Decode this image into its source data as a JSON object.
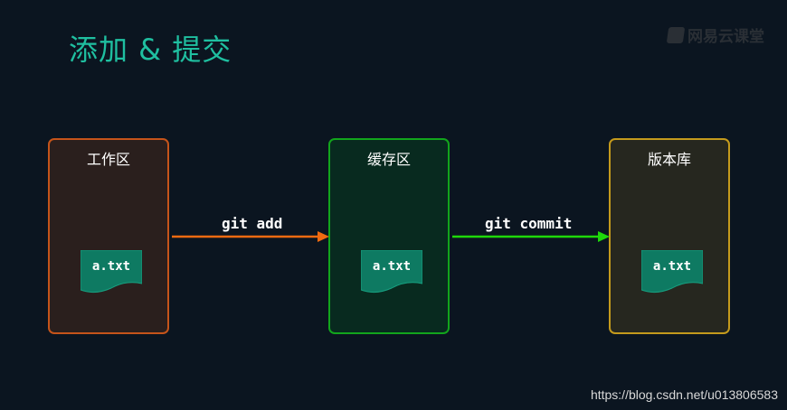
{
  "title": "添加 & 提交",
  "logo": {
    "text": "网易云课堂"
  },
  "boxes": {
    "work": {
      "label": "工作区",
      "file": "a.txt"
    },
    "stage": {
      "label": "缓存区",
      "file": "a.txt"
    },
    "repo": {
      "label": "版本库",
      "file": "a.txt"
    }
  },
  "arrows": {
    "add": {
      "label": "git add",
      "color": "#f06a10"
    },
    "commit": {
      "label": "git commit",
      "color": "#1ed80a"
    }
  },
  "colors": {
    "title": "#1fbfa0",
    "work_border": "#c5541a",
    "stage_border": "#12a51c",
    "repo_border": "#c49a1c",
    "doc_fill": "#0e7a62"
  },
  "watermark": "https://blog.csdn.net/u013806583"
}
